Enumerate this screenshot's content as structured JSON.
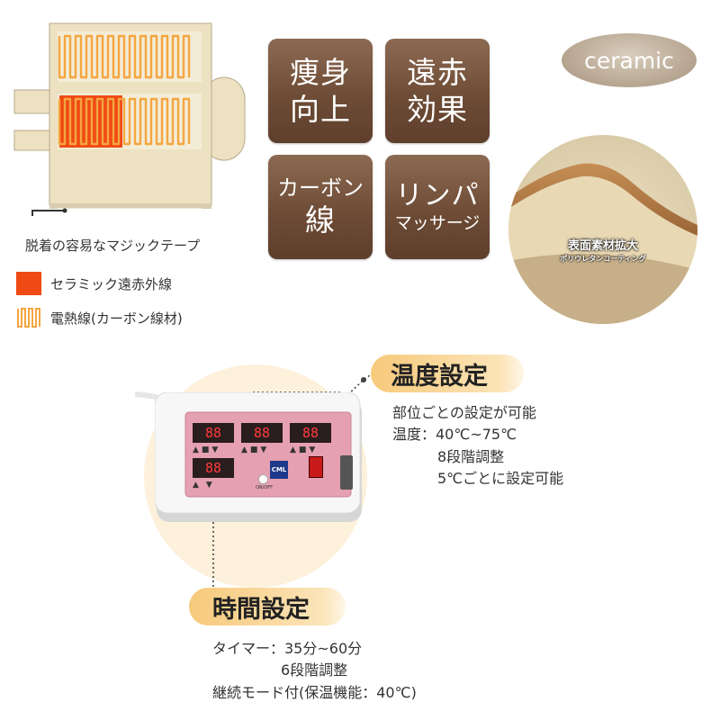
{
  "heater_diagram": {
    "strap_label": "脱着の容易なマジックテープ",
    "legend": [
      {
        "text": "セラミック遠赤外線",
        "color": "#f04a14"
      },
      {
        "text": "電熱線(カーボン線材)",
        "color": "#f4a640"
      }
    ]
  },
  "features": [
    {
      "line1": "痩身",
      "line2": "向上"
    },
    {
      "line1": "遠赤",
      "line2": "効果"
    },
    {
      "line1": "カーボン",
      "line2": "線"
    },
    {
      "line1": "リンパ",
      "line2": "マッサージ"
    }
  ],
  "ceramic": {
    "badge": "ceramic",
    "closeup_title": "表面素材拡大",
    "closeup_subtitle": "ポリウレタンコーティング"
  },
  "controller": {
    "displays": [
      "88",
      "88",
      "88",
      "88"
    ],
    "logo": "CML",
    "power_label": "ON/OFF"
  },
  "temperature": {
    "heading": "温度設定",
    "lines": [
      "部位ごとの設定が可能",
      "温度：40℃~75℃",
      "8段階調整",
      "5℃ごとに設定可能"
    ]
  },
  "time": {
    "heading": "時間設定",
    "lines": [
      "タイマー：35分~60分",
      "6段階調整",
      "継続モード付(保温機能：40℃)"
    ]
  },
  "colors": {
    "tile_brown": "#6e4c36",
    "heating_orange": "#f04a14",
    "wire_orange": "#f4a640",
    "pad_beige": "#ece2c2",
    "panel_pink": "#e5a0b2"
  }
}
